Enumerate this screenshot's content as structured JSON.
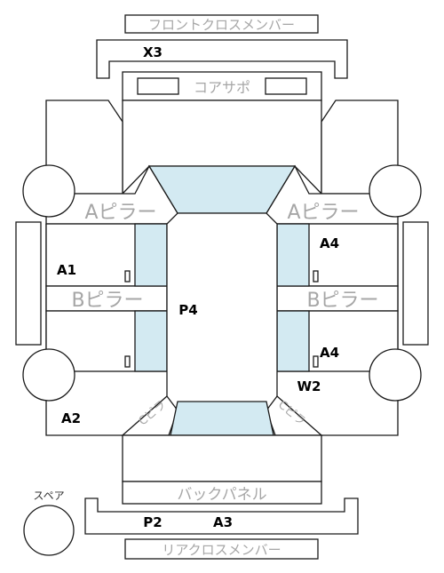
{
  "panels": {
    "front_cross_member": "フロントクロスメンバー",
    "core_support": "コアサポ",
    "a_pillar_left": "Aピラー",
    "a_pillar_right": "Aピラー",
    "b_pillar_left": "Bピラー",
    "b_pillar_right": "Bピラー",
    "back_panel": "バックパネル",
    "rear_cross_member": "リアクロスメンバー",
    "c_pillar_left": "Cピラ",
    "c_pillar_right": "Cピラ",
    "spare": "スペア"
  },
  "damage_marks": {
    "front_member": "X3",
    "left_front": "A1",
    "left_rear": "A2",
    "roof": "P4",
    "right_front_door": "A4",
    "right_rear_door": "A4",
    "right_quarter_glass": "W2",
    "rear_member_paint": "P2",
    "rear_member_scratch": "A3"
  }
}
